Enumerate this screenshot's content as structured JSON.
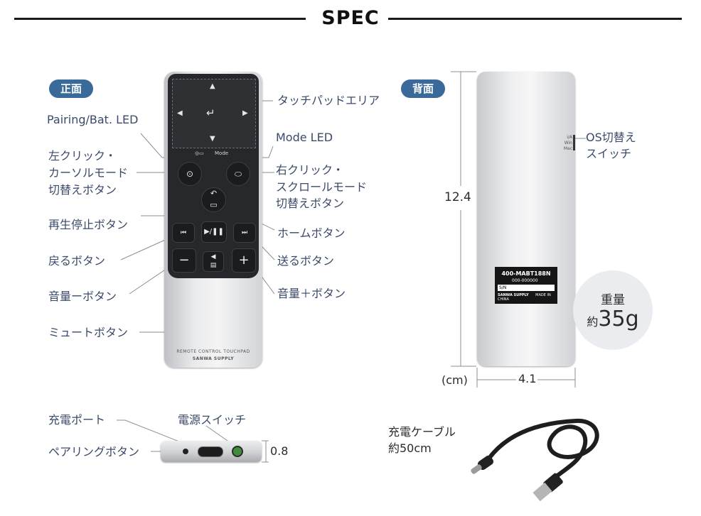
{
  "header": {
    "title": "SPEC"
  },
  "front": {
    "badge": "正面",
    "labels": {
      "touchpad_area": "タッチパッドエリア",
      "pairing_led": "Pairing/Bat. LED",
      "mode_led": "Mode LED",
      "left_click_1": "左クリック・",
      "left_click_2": "カーソルモード",
      "left_click_3": "切替えボタン",
      "right_click_1": "右クリック・",
      "right_click_2": "スクロールモード",
      "right_click_3": "切替えボタン",
      "play_pause": "再生停止ボタン",
      "home": "ホームボタン",
      "back": "戻るボタン",
      "forward": "送るボタン",
      "volume_down": "音量ーボタン",
      "volume_up": "音量＋ボタン",
      "mute": "ミュートボタン"
    },
    "device_text": {
      "mode": "Mode",
      "model_line": "REMOTE CONTROL TOUCHPAD",
      "brand": "SANWA SUPPLY"
    }
  },
  "back_side": {
    "badge": "背面",
    "os_switch_1": "OS切替え",
    "os_switch_2": "スイッチ",
    "switch_marks": [
      "i/A",
      "Win",
      "Mac"
    ],
    "height": "12.4",
    "width": "4.1",
    "unit": "(cm)",
    "plate": {
      "model": "400-MABT188N",
      "code": "000-000000",
      "sn": "S/N",
      "brand": "SANWA SUPPLY",
      "made_in": "MADE IN CHINA"
    },
    "weight_label": "重量",
    "weight_prefix": "約",
    "weight_value": "35g"
  },
  "side_view": {
    "charge_port": "充電ポート",
    "power_switch": "電源スイッチ",
    "pairing_button": "ペアリングボタン",
    "thickness": "0.8"
  },
  "cable": {
    "line1": "充電ケーブル",
    "line2": "約50cm"
  },
  "colors": {
    "badge": "#3a6a9a",
    "label": "#3a4a6a",
    "device_dark": "#26282b"
  }
}
